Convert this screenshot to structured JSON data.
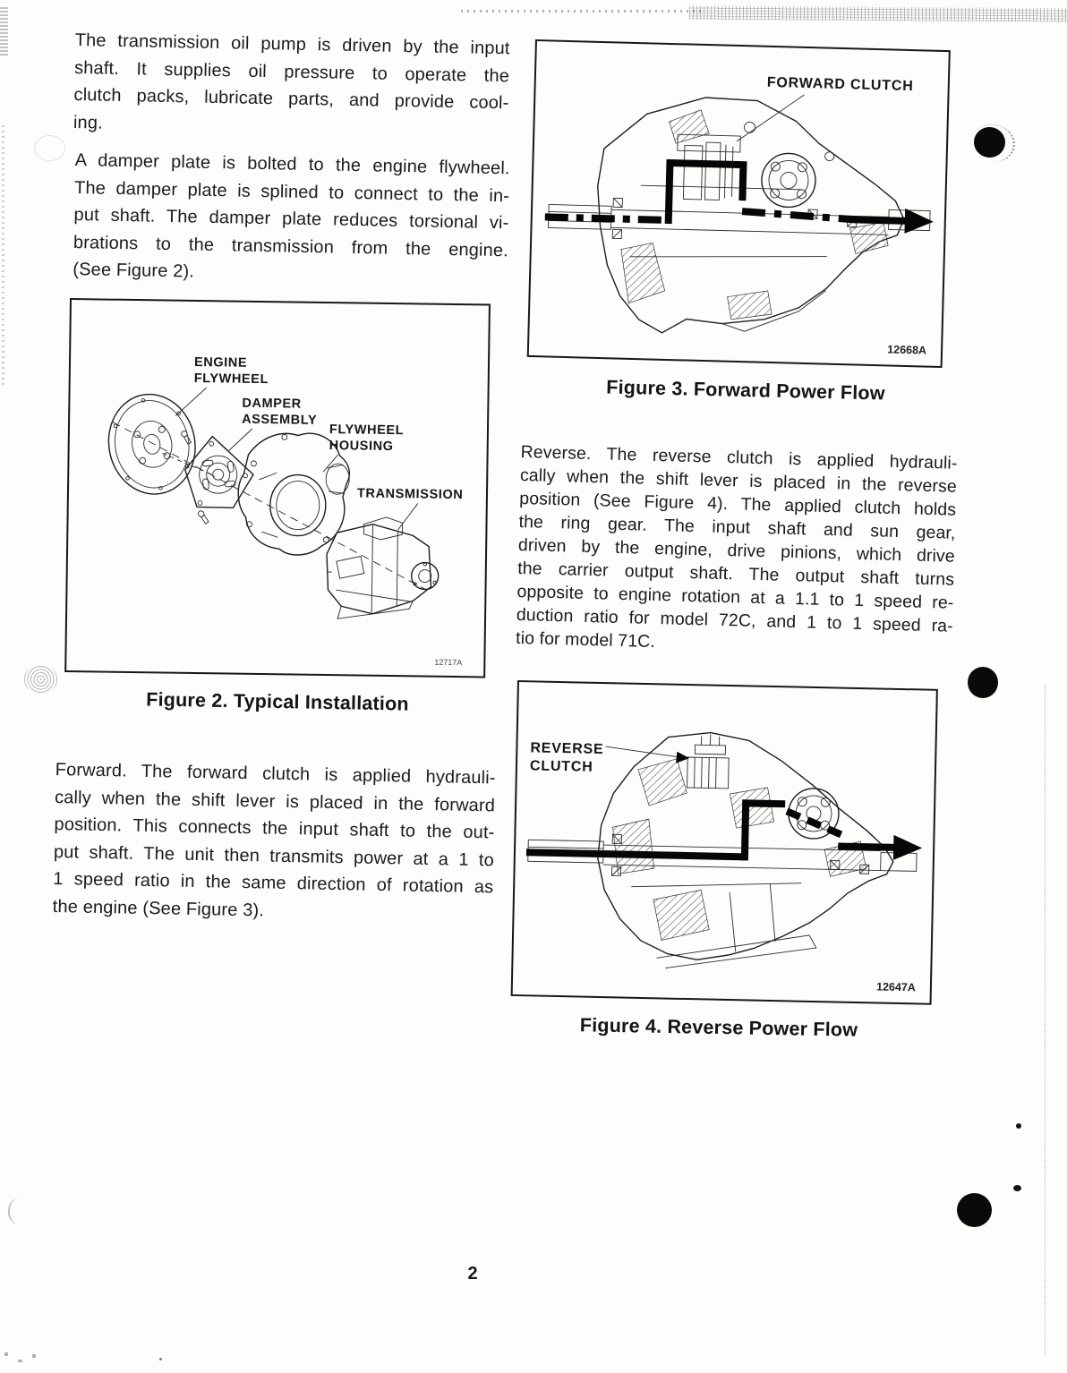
{
  "page": {
    "number": "2"
  },
  "colors": {
    "ink": "#1b1b1b",
    "paper": "#fdfdfb"
  },
  "paragraphs": {
    "intro": [
      "The transmission oil pump is driven by the input",
      "shaft. It supplies oil pressure to operate the",
      "clutch packs, lubricate parts, and provide cool-",
      "ing."
    ],
    "damper": [
      "A damper plate is bolted to the engine flywheel.",
      "The damper plate is splined to connect to the in-",
      "put shaft. The damper plate reduces torsional vi-",
      "brations to the transmission from the engine.",
      "(See Figure 2)."
    ],
    "forward": [
      "Forward. The forward clutch is applied hydrauli-",
      "cally when the shift lever is placed in the forward",
      "position. This connects the input shaft to the out-",
      "put shaft. The unit then transmits power at a 1 to",
      "1 speed ratio in the same direction of rotation as",
      "the engine (See Figure 3)."
    ],
    "reverse": [
      "Reverse. The reverse clutch is applied hydrauli-",
      "cally when the shift lever is placed in the reverse",
      "position (See Figure 4). The applied clutch holds",
      "the ring gear. The input shaft and sun gear,",
      "driven by the engine, drive pinions, which drive",
      "the carrier output shaft. The output shaft turns",
      "opposite to engine rotation at a 1.1 to 1 speed re-",
      "duction ratio for model 72C, and 1 to 1 speed ra-",
      "tio for model 71C."
    ]
  },
  "figures": {
    "fig2": {
      "caption": "Figure 2. Typical Installation",
      "code": "12717A",
      "labels": {
        "engine_flywheel_1": "ENGINE",
        "engine_flywheel_2": "FLYWHEEL",
        "damper_1": "DAMPER",
        "damper_2": "ASSEMBLY",
        "housing_1": "FLYWHEEL",
        "housing_2": "HOUSING",
        "transmission": "TRANSMISSION"
      }
    },
    "fig3": {
      "caption": "Figure 3. Forward Power Flow",
      "code": "12668A",
      "labels": {
        "forward_clutch": "FORWARD CLUTCH"
      }
    },
    "fig4": {
      "caption": "Figure 4. Reverse Power Flow",
      "code": "12647A",
      "labels": {
        "reverse_clutch_1": "REVERSE",
        "reverse_clutch_2": "CLUTCH"
      }
    }
  }
}
